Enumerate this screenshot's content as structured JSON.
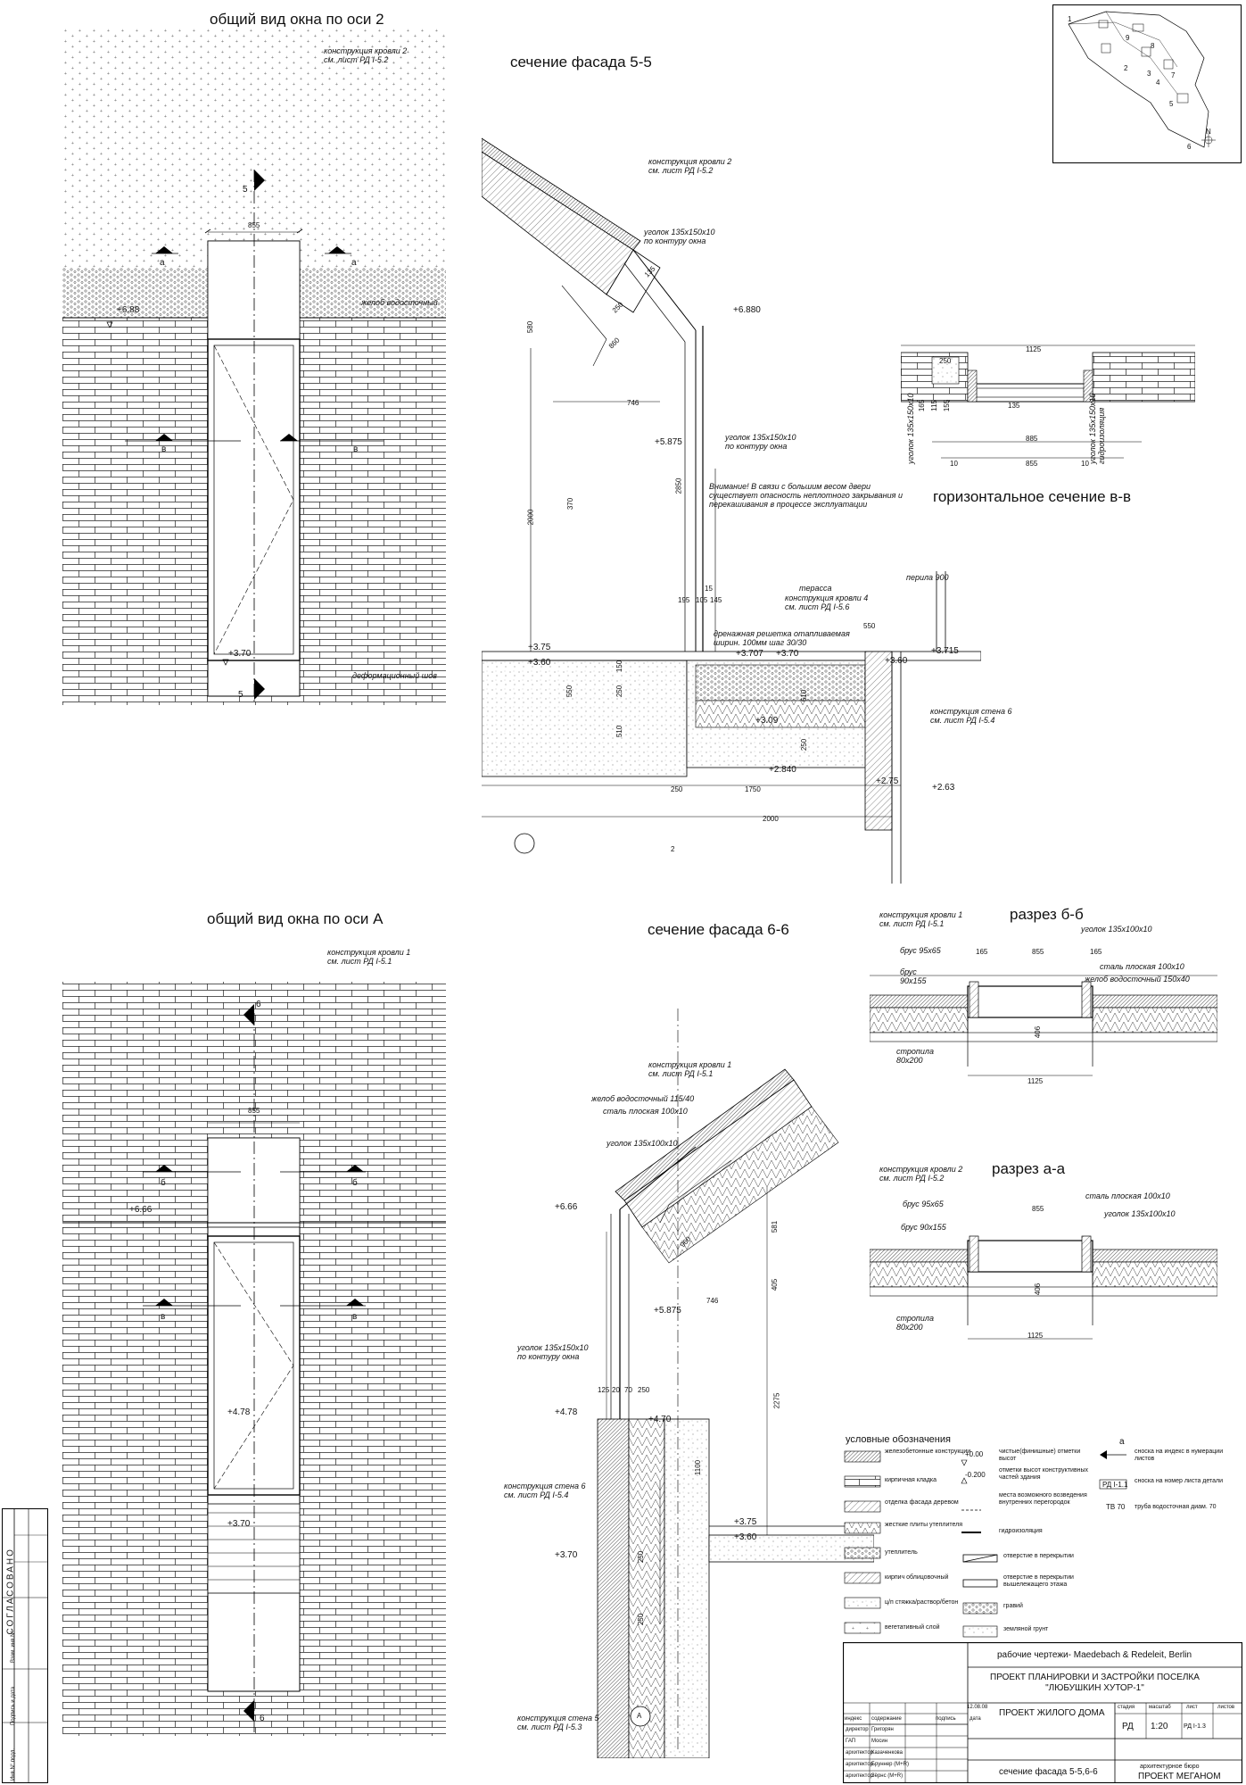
{
  "titles": {
    "top_left": "общий вид окна по оси 2",
    "section_55": "сечение фасада 5-5",
    "horizontal_bb": "горизонтальное сечение в-в",
    "bottom_left": "общий вид окна по оси А",
    "section_66": "сечение фасада 6-6",
    "cut_bb": "разрез б-б",
    "cut_aa": "разрез а-а"
  },
  "elevation2": {
    "roof_note": "конструкция кровли 2\nсм. лист РД I-5.2",
    "gutter": "желоб водосточный",
    "deform_seam": "деформационный шов",
    "level_top": "+6.88",
    "level_bottom": "+3.70",
    "width": "855",
    "mark_a": "а",
    "mark_b": "в",
    "mark_5": "5"
  },
  "section55": {
    "roof_note": "конструкция кровли 2\nсм. лист РД I-5.2",
    "angle_note": "уголок 135х150х10\nпо контуру окна",
    "angle_note2": "уголок 135х150х10\nпо контуру окна",
    "warning": "Внимание! В связи с большим весом двери\nсуществует опасность неплотного закрывания и\nперекашивания в процессе эксплуатации",
    "terrace": "терасса",
    "roof4": "конструкция кровли 4\nсм. лист РД I-5.6",
    "drain": "дренажная решетка отапливаемая\nширин. 100мм шаг 30/30",
    "wall6": "конструкция стена 6\nсм. лист РД I-5.4",
    "railing": "перила 900",
    "levels": [
      "+6.880",
      "+5.875",
      "+3.75",
      "+3.60",
      "+3.707",
      "+3.70",
      "+3.715",
      "+3.60",
      "+3.09",
      "+2.840",
      "+2.75",
      "+2.63"
    ],
    "dims": [
      "580",
      "2000",
      "370",
      "2850",
      "860",
      "746",
      "250",
      "135",
      "15",
      "195",
      "105",
      "145",
      "1750",
      "2000",
      "250",
      "550",
      "510",
      "250",
      "150",
      "550",
      "610",
      "250"
    ],
    "axis": "2"
  },
  "horizontalBB": {
    "dims": [
      "1125",
      "250",
      "885",
      "855",
      "135",
      "10",
      "10",
      "165",
      "115",
      "155"
    ],
    "note_left": "уголок 135х150х10",
    "note_right": "уголок 135х150х10\nгидроизоляция"
  },
  "elevationA": {
    "roof_note": "конструкция кровли 1\nсм. лист РД I-5.1",
    "width": "855",
    "level_top": "+6.66",
    "level_mid": "+4.78",
    "level_bottom": "+3.70",
    "mark_b": "б",
    "mark_v": "в",
    "mark_6": "6"
  },
  "section66": {
    "roof_note": "конструкция кровли 1\nсм. лист РД I-5.1",
    "gutter": "желоб водосточный 115/40",
    "steel": "сталь плоская 100х10",
    "angle": "уголок 135х100х10",
    "angle2": "уголок 135х150х10\nпо контуру окна",
    "wall6": "конструкция стена 6\nсм. лист РД I-5.4",
    "wall5": "конструкция стена 5\nсм. лист РД I-5.3",
    "levels": [
      "+6.66",
      "+5.875",
      "+4.78",
      "+4.70",
      "+3.75",
      "+3.60",
      "+3.70"
    ],
    "dims": [
      "125",
      "20",
      "70",
      "250",
      "746",
      "960",
      "581",
      "405",
      "2275",
      "1100",
      "250",
      "250"
    ],
    "axis": "А"
  },
  "cutBB": {
    "roof_note": "конструкция кровли 1\nсм. лист РД I-5.1",
    "angle": "уголок 135х100х10",
    "beam1": "брус 95х65",
    "beam2": "брус\n90х155",
    "steel": "сталь плоская 100х10",
    "gutter": "желоб водосточный 150х40",
    "rafter": "стропила\n80х200",
    "dims": [
      "165",
      "855",
      "165",
      "1125",
      "406"
    ]
  },
  "cutAA": {
    "roof_note": "конструкция кровли 2\nсм. лист РД I-5.2",
    "steel": "сталь плоская 100х10",
    "beam1": "брус 95х65",
    "beam2": "брус 90х155",
    "angle": "уголок 135х100х10",
    "rafter": "стропила\n80х200",
    "dims": [
      "855",
      "1125",
      "406"
    ]
  },
  "legend": {
    "title": "условные обозначения",
    "col1": [
      "железобетонные\nконструкции",
      "кирпичная кладка",
      "отделка фасада\nдеревом",
      "жесткие плиты\nутеплителя",
      "утеплитель",
      "кирпич облицовочный",
      "ц/п стяжка/раствор/бетон",
      "вегетативный слой"
    ],
    "col2": [
      "чистые(финишные)\nотметки высот",
      "отметки высот\nконструктивных частей\nздания",
      "места возможного\nвозведения внутренних\nперегородок",
      "гидроизоляция",
      "отверстие в перекрытии",
      "отверстие в перекрытии\nвышележащего этажа",
      "гравий",
      "земляной грунт"
    ],
    "col2_marks": [
      "+0.00",
      "-0.200"
    ],
    "col3": [
      "сноска на индекс в нумерации\nлистов",
      "сноска на номер листа\nдетали",
      "труба водосточная диам. 70"
    ],
    "col3_marks": [
      "а",
      "РД I-1.1",
      "ТВ 70"
    ]
  },
  "side_stamp": {
    "title": "СОГЛАСОВАНО",
    "rows": [
      "Взам. инв.N°",
      "Подпись и дата",
      "Инв.N° подл."
    ]
  },
  "title_block": {
    "authors": "рабочие чертежи- Maedebach & Redeleit, Berlin",
    "project": "ПРОЕКТ ПЛАНИРОВКИ И ЗАСТРОЙКИ ПОСЕЛКА\n\"ЛЮБУШКИН ХУТОР-1\"",
    "subproject": "ПРОЕКТ ЖИЛОГО ДОМА",
    "sheet_title": "сечение фасада 5-5,6-6",
    "bureau": "архитектурное бюро",
    "bureau_name": "ПРОЕКТ МЕГАНОМ",
    "date": "12.08.08",
    "head_labels": [
      "индекс",
      "содержание",
      "подпись",
      "дата"
    ],
    "roles": [
      "директор",
      "ГАП",
      "архитектор",
      "архитектор",
      "архитектор"
    ],
    "names": [
      "Григорян",
      "Мосин",
      "Казаченкова",
      "Бруннер (M+R)",
      "Зёрнс (M+R)"
    ],
    "stage_labels": [
      "стадия",
      "масштаб",
      "лист",
      "листов"
    ],
    "stage": "РД",
    "scale": "1:20",
    "sheet": "РД I-1.3"
  },
  "keyplan": {
    "labels": [
      "1",
      "2",
      "3",
      "4",
      "5",
      "6",
      "7",
      "8",
      "9"
    ],
    "north": "N"
  }
}
